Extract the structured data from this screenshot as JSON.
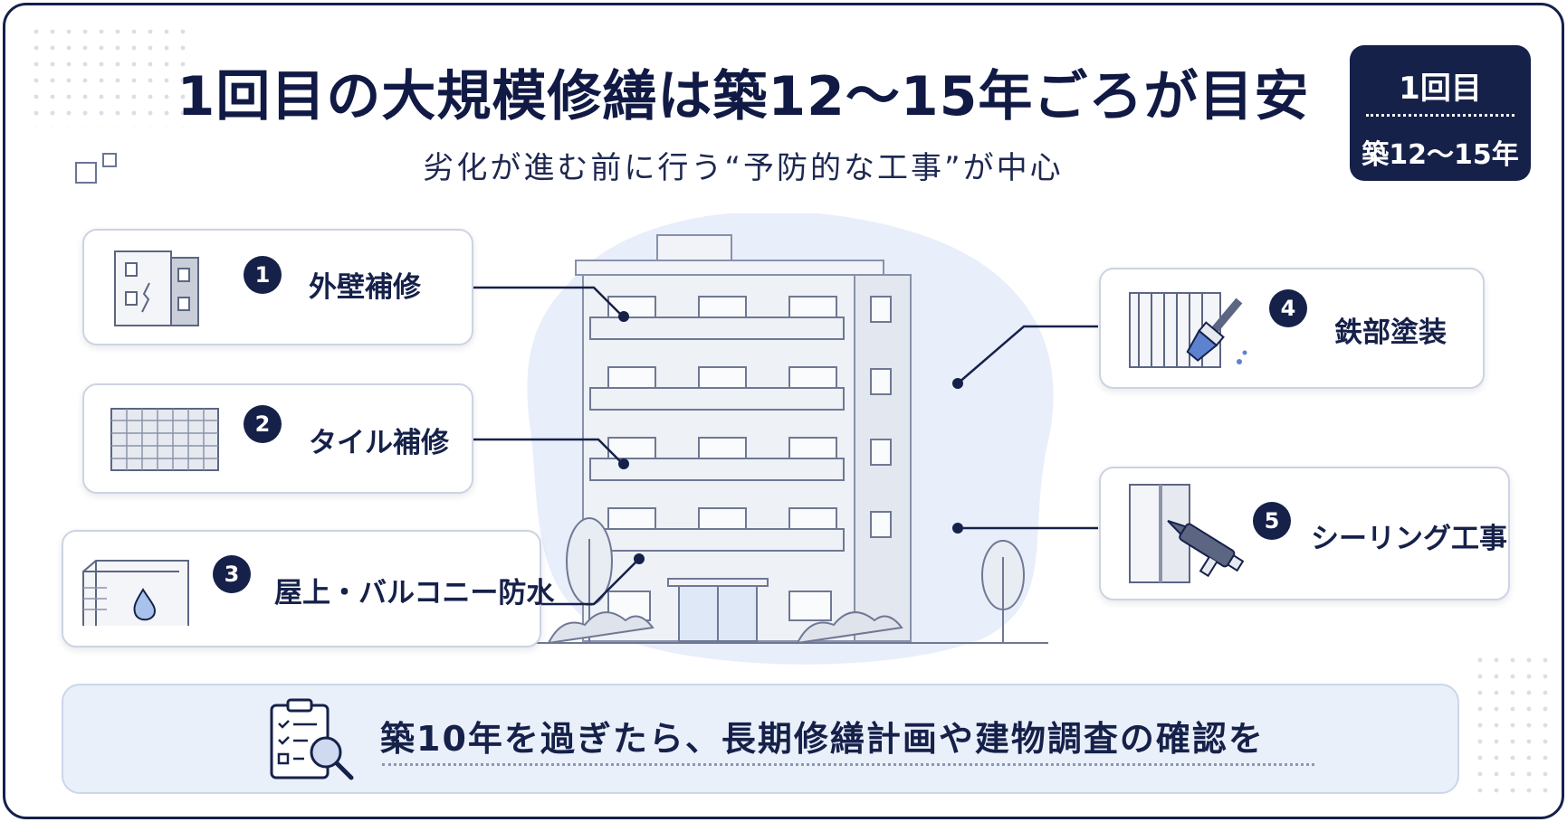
{
  "title": "1回目の大規模修繕は築12〜15年ごろが目安",
  "subtitle": "劣化が進む前に行う“予防的な工事”が中心",
  "badge": {
    "top": "1回目",
    "bottom": "築12〜15年"
  },
  "items": [
    {
      "number": "1",
      "label": "外壁補修",
      "icon": "cracked-wall-building-icon"
    },
    {
      "number": "2",
      "label": "タイル補修",
      "icon": "tile-grid-icon"
    },
    {
      "number": "3",
      "label": "屋上・バルコニー防水",
      "icon": "waterproofing-drop-icon"
    },
    {
      "number": "4",
      "label": "鉄部塗装",
      "icon": "paint-brush-railing-icon"
    },
    {
      "number": "5",
      "label": "シーリング工事",
      "icon": "caulking-gun-icon"
    }
  ],
  "footer": {
    "text": "築10年を過ぎたら、長期修繕計画や建物調査の確認を",
    "icon": "clipboard-magnifier-icon"
  },
  "colors": {
    "navy": "#16214a",
    "light_blue": "#e8eefa",
    "border": "#cdd3e2"
  }
}
